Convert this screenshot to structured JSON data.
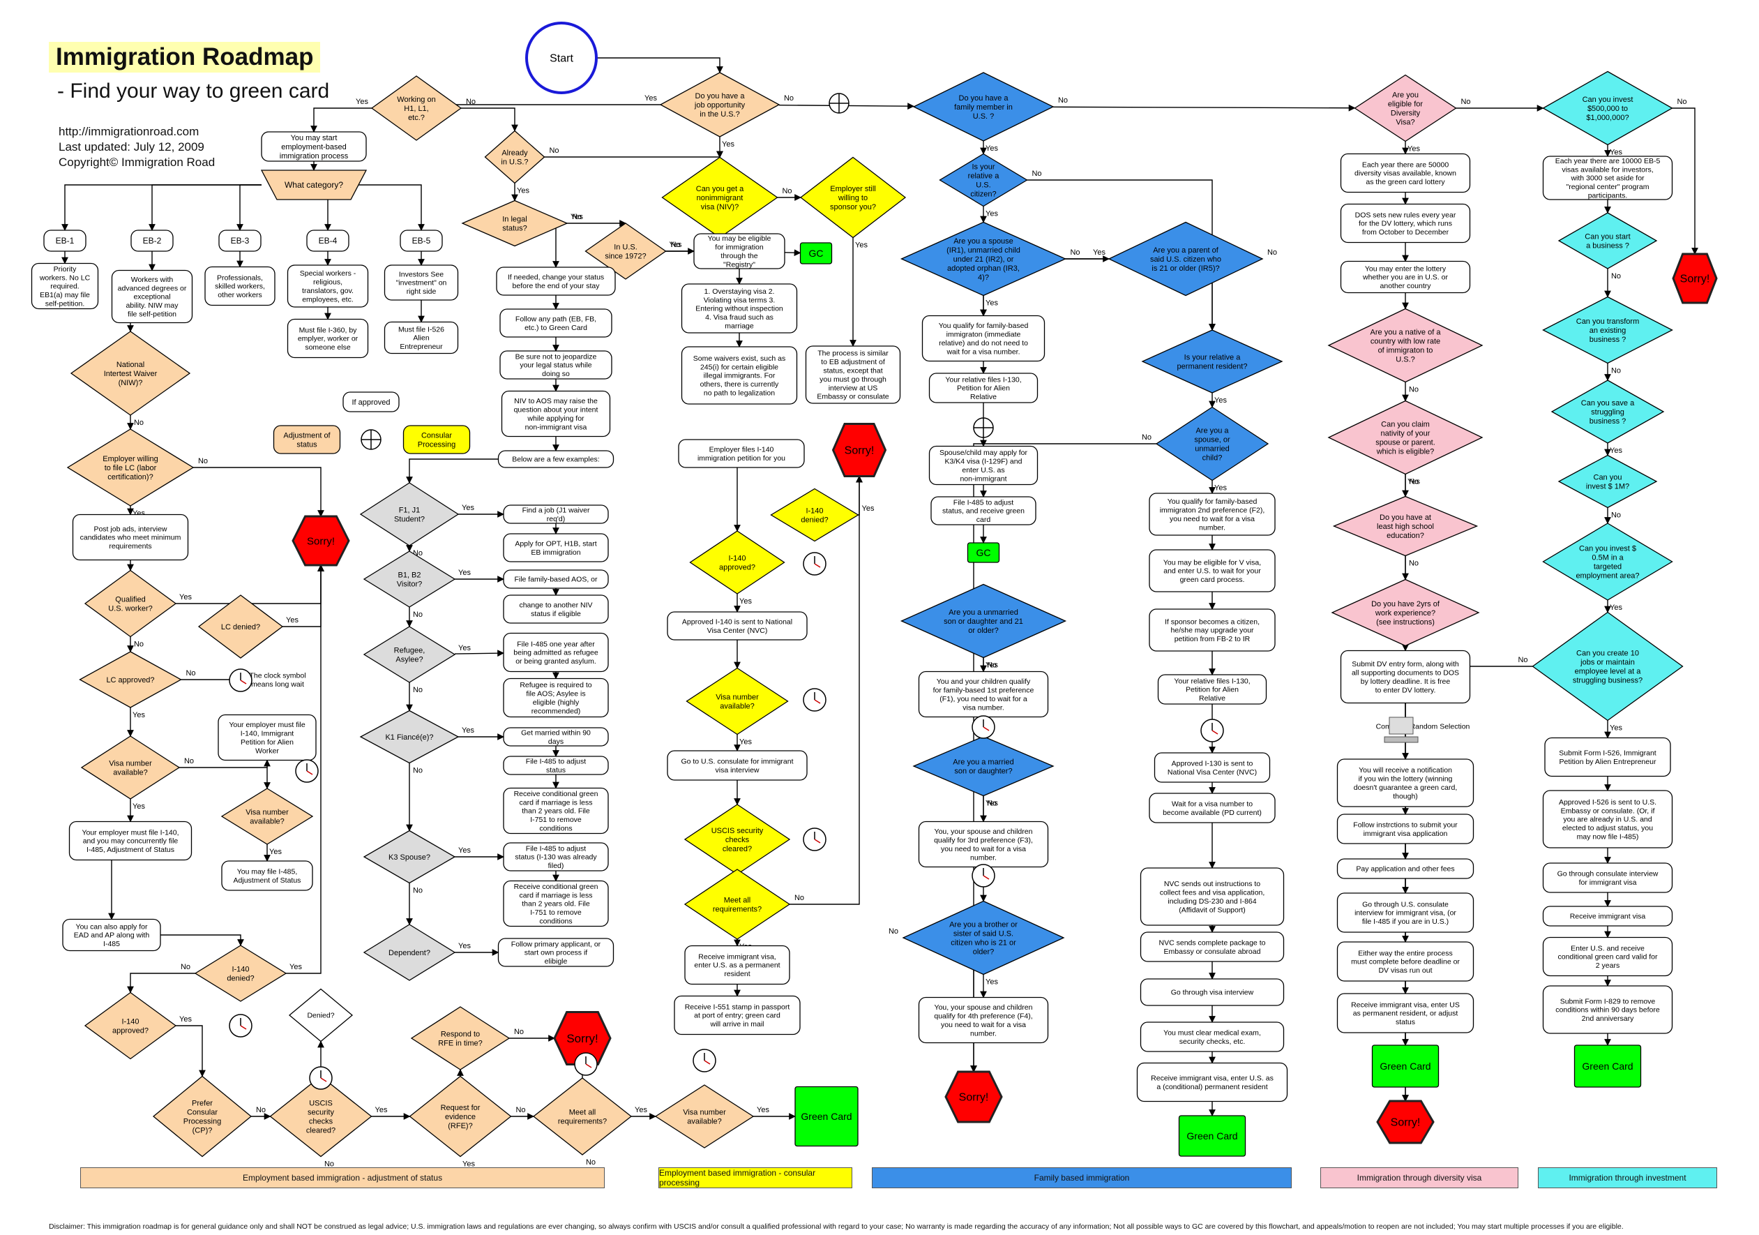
{
  "header": {
    "title": "Immigration Roadmap",
    "subtitle": "- Find your way to green card",
    "url": "http://immigrationroad.com",
    "updated": "Last updated: July 12, 2009",
    "copyright": "Copyright© Immigration Road"
  },
  "colors": {
    "eb_aos": "#fcd5a8",
    "eb_cp": "#ffff00",
    "family": "#3b8fe8",
    "diversity": "#f9c4cf",
    "investment": "#5ff0f0",
    "green_card": "#00ff00",
    "sorry": "#ff0000",
    "process": "#ffffff",
    "gray": "#dcdcdc"
  },
  "nodes": {
    "start": {
      "label": "Start"
    },
    "job_opp": {
      "label": "Do you have a job opportunity in the U.S.?"
    },
    "working_h1": {
      "label": "Working on H1, L1, etc.?"
    },
    "already_us": {
      "label": "Already in U.S.?"
    },
    "start_emp": {
      "label": "You may start employment-based immigration process"
    },
    "category": {
      "label": "What category?"
    },
    "eb1": {
      "label": "EB-1"
    },
    "eb2": {
      "label": "EB-2"
    },
    "eb3": {
      "label": "EB-3"
    },
    "eb4": {
      "label": "EB-4"
    },
    "eb5": {
      "label": "EB-5"
    },
    "eb1_desc": {
      "label": "Priority workers. No LC required. EB1(a) may file self-petition."
    },
    "eb2_desc": {
      "label": "Workers with advanced degrees or exceptional ability. NIW may file self-petition"
    },
    "eb3_desc": {
      "label": "Professionals, skilled workers, other workers"
    },
    "eb4_desc": {
      "label": "Special workers - religious, translators, gov. employees, etc."
    },
    "eb5_desc": {
      "label": "Investors See \"investment\" on right side"
    },
    "i360": {
      "label": "Must file I-360, by emplyer, worker or someone else"
    },
    "i526a": {
      "label": "Must file I-526 Alien Entrepreneur"
    },
    "if_approved": {
      "label": "If approved"
    },
    "adj_status": {
      "label": "Adjustment of status"
    },
    "consular": {
      "label": "Consular Processing"
    },
    "niw": {
      "label": "National Intertest Waiver (NIW)?"
    },
    "lc_willing": {
      "label": "Employer willing to file LC (labor certification)?"
    },
    "post_job": {
      "label": "Post job ads, interview candidates who meet minimum requirements"
    },
    "qualified": {
      "label": "Qualified U.S. worker?"
    },
    "lc_denied": {
      "label": "LC denied?"
    },
    "lc_approved": {
      "label": "LC approved?"
    },
    "clock_note": {
      "label": "The clock symbol means long wait"
    },
    "i140_pet": {
      "label": "Your employer must file I-140, Immigrant Petition for Alien Worker"
    },
    "visa_avail1": {
      "label": "Visa number available?"
    },
    "visa_avail2": {
      "label": "Visa number available?"
    },
    "file_485": {
      "label": "You may file I-485, Adjustment of Status"
    },
    "concurrent": {
      "label": "Your employer must file I-140, and you may concurrently file I-485, Adjustment of Status"
    },
    "ead": {
      "label": "You can also apply for EAD and AP along with I-485"
    },
    "i140_denied_b": {
      "label": "I-140 denied?"
    },
    "i140_approved_b": {
      "label": "I-140 approved?"
    },
    "prefer_cp": {
      "label": "Prefer Consular Processing (CP)?"
    },
    "uscis_aos": {
      "label": "USCIS security checks cleared?"
    },
    "denied": {
      "label": "Denied?"
    },
    "rfe": {
      "label": "Request for evidence (RFE)?"
    },
    "respond_rfe": {
      "label": "Respond to RFE in time?"
    },
    "meet_req_b": {
      "label": "Meet all requirements?"
    },
    "visa_avail_b": {
      "label": "Visa number available?"
    },
    "gc_b": {
      "label": "Green Card"
    },
    "sorry_b": {
      "label": "Sorry!"
    },
    "sorry_eb": {
      "label": "Sorry!"
    },
    "nonimm": {
      "label": "Can you get a nonimmigrant visa (NIV)?"
    },
    "employer_still": {
      "label": "Employer still willing to sponsor you?"
    },
    "legal_status": {
      "label": "In legal status?"
    },
    "since1972": {
      "label": "In U.S. since 1972?"
    },
    "registry": {
      "label": "You may be eligible for immigration through the \"Registry\""
    },
    "gc_registry": {
      "label": "GC"
    },
    "overstay": {
      "label": "1. Overstaying visa 2. Violating visa terms 3. Entering without inspection 4. Visa fraud such as marriage"
    },
    "waivers": {
      "label": "Some waivers exist, such as 245(i) for certain eligible illegal immigrants. For others, there is currently no path to legalization"
    },
    "similar_eb": {
      "label": "The process is similar to EB adjustment of status, except that you must go through interview at US Embassy or consulate"
    },
    "change_status": {
      "label": "If needed, change your status before the end of your stay"
    },
    "follow_path": {
      "label": "Follow any path (EB, FB, etc.) to Green Card"
    },
    "legal_tip": {
      "label": "Be sure not to jeopardize your legal status while doing so"
    },
    "niv_aos": {
      "label": "NIV to AOS may raise the question about your intent while applying for non-immigrant visa"
    },
    "examples": {
      "label": "Below are a few examples:"
    },
    "f1j1": {
      "label": "F1, J1 Student?"
    },
    "b1b2": {
      "label": "B1, B2 Visitor?"
    },
    "refugee": {
      "label": "Refugee, Asylee?"
    },
    "k1": {
      "label": "K1 Fiancé(e)?"
    },
    "k3": {
      "label": "K3 Spouse?"
    },
    "dependent": {
      "label": "Dependent?"
    },
    "find_job": {
      "label": "Find a job (J1 waiver req'd)"
    },
    "apply_opt": {
      "label": "Apply for OPT, H1B, start EB immigration"
    },
    "fam_aos": {
      "label": "File family-based AOS, or"
    },
    "change_niv": {
      "label": "change to another NIV status if eligible"
    },
    "ref_485": {
      "label": "File I-485 one year after being admitted as refugee or being granted asylum."
    },
    "ref_req": {
      "label": "Refugee is required to file AOS; Asylee is eligible (highly recommended)"
    },
    "get_married": {
      "label": "Get married within 90 days"
    },
    "file_485_k1": {
      "label": "File I-485 to adjust status"
    },
    "cond_gc_k1": {
      "label": "Receive conditional green card if marriage is less than 2 years old. File I-751 to remove conditions"
    },
    "file_485_k3": {
      "label": "File I-485 to adjust status (I-130 was already filed)"
    },
    "cond_gc_k3": {
      "label": "Receive conditional green card if marriage is less than 2 years old. File I-751 to remove conditions"
    },
    "dependent_act": {
      "label": "Follow primary applicant, or start own process if elibigle"
    },
    "emp_i140": {
      "label": "Employer files I-140 immigration petition for you"
    },
    "i140_denied_cp": {
      "label": "I-140 denied?"
    },
    "i140_approved_cp": {
      "label": "I-140 approved?"
    },
    "sorry_cp": {
      "label": "Sorry!"
    },
    "nvc_cp": {
      "label": "Approved I-140 is sent to National Visa Center (NVC)"
    },
    "visa_avail_cp": {
      "label": "Visa number available?"
    },
    "consulate_int": {
      "label": "Go to U.S. consulate for immigrant visa interview"
    },
    "uscis_cp": {
      "label": "USCIS security checks cleared?"
    },
    "meet_req_cp": {
      "label": "Meet all requirements?"
    },
    "receive_iv": {
      "label": "Receive immigrant visa, enter U.S. as a permanent resident"
    },
    "i551": {
      "label": "Receive I-551 stamp in passport at port of entry; green card will arrive in mail"
    },
    "gc_cp": {
      "label": "Green Card"
    },
    "family_member": {
      "label": "Do you have a family member in U.S. ?"
    },
    "relative_citizen": {
      "label": "Is your relative a U.S. citizen?"
    },
    "spouse_ir": {
      "label": "Are you a spouse (IR1), unmarried child under 21 (IR2), or adopted orphan (IR3, 4)?"
    },
    "parent_ir5": {
      "label": "Are you a parent of said U.S. citizen who is 21 or older (IR5)?"
    },
    "qual_imm_rel": {
      "label": "You qualify for family-based immigraton (immediate relative) and do not need to wait for a visa number."
    },
    "i130_rel": {
      "label": "Your relative files I-130, Petition for Alien Relative"
    },
    "k3k4": {
      "label": "Spouse/child may apply for K3/K4 visa (I-129F) and enter U.S. as non-immigrant"
    },
    "file_485_fam": {
      "label": "File I-485 to adjust status, and receive green card"
    },
    "gc_fam1": {
      "label": "GC"
    },
    "unmarried21": {
      "label": "Are you a unmarried son or daughter and 21 or older?"
    },
    "f1_pref": {
      "label": "You and your children qualify for family-based 1st preference (F1), you need to wait for a visa number."
    },
    "married_son": {
      "label": "Are you a married son or daughter?"
    },
    "f3_pref": {
      "label": "You, your spouse and children qualify for 3rd preference (F3), you need to wait for a visa number."
    },
    "sibling": {
      "label": "Are you a brother or sister of said U.S. citizen who is 21 or older?"
    },
    "f4_pref": {
      "label": "You, your spouse and children qualify for 4th preference (F4), you need to wait for a visa number."
    },
    "sorry_fam": {
      "label": "Sorry!"
    },
    "relative_pr": {
      "label": "Is your relative a permanent resident?"
    },
    "spouse_unmarried": {
      "label": "Are you a spouse, or unmarried child?"
    },
    "f2_pref": {
      "label": "You qualify for family-based immigraton 2nd preference (F2), you need to wait for a visa number."
    },
    "v_visa": {
      "label": "You may be eligible for V visa, and enter U.S. to wait for your green card process."
    },
    "sponsor_citizen": {
      "label": "If sponsor becomes a citizen, he/she may upgrade your petition from FB-2 to IR"
    },
    "i130_rel2": {
      "label": "Your relative files I-130, Petition for Alien Relative"
    },
    "nvc_fam": {
      "label": "Approved I-130 is sent to National Visa Center (NVC)"
    },
    "wait_visa": {
      "label": "Wait for a visa number to become available (PD current)"
    },
    "nvc_instr": {
      "label": "NVC sends out instructions to collect fees and visa application, including DS-230 and I-864 (Affidavit of Support)"
    },
    "nvc_package": {
      "label": "NVC sends complete package to Embassy or consulate abroad"
    },
    "visa_interview": {
      "label": "Go through visa interview"
    },
    "medical": {
      "label": "You must clear medical exam, security checks, etc."
    },
    "receive_cond": {
      "label": "Receive immigrant visa, enter U.S. as a (conditional) permanent resident"
    },
    "gc_fam2": {
      "label": "Green Card"
    },
    "dv_eligible": {
      "label": "Are you eligible for Diversity Visa?"
    },
    "dv_50000": {
      "label": "Each year there are 50000 diversity visas available, known as the green card lottery"
    },
    "dos_rules": {
      "label": "DOS sets new rules every year for the DV lottery, which runs from October to December"
    },
    "dv_anywhere": {
      "label": "You may enter the lottery whether you are in U.S. or another country"
    },
    "dv_native": {
      "label": "Are you a native of a country with low rate of immigraton to U.S.?"
    },
    "dv_nativity": {
      "label": "Can you claim nativity of your spouse or parent. which is eligible?"
    },
    "dv_highschool": {
      "label": "Do you have at least high school education?"
    },
    "dv_2yrs": {
      "label": "Do you have 2yrs of work experience? (see instructions)"
    },
    "dv_submit": {
      "label": "Submit DV entry form, along with all supporting documents to DOS by lottery deadline. It is free to enter DV lottery."
    },
    "dv_computer": {
      "label": "Computer Random Selection"
    },
    "dv_notified": {
      "label": "You will receive a notification if you win the lottery (winning doesn't guarantee a green card, though)"
    },
    "dv_follow": {
      "label": "Follow instrctions to submit your immigrant visa application"
    },
    "dv_pay": {
      "label": "Pay application and other fees"
    },
    "dv_consulate": {
      "label": "Go through U.S. consulate interview for immigrant visa, (or file I-485 if you are in U.S.)"
    },
    "dv_complete": {
      "label": "Either way the entire process must complete before deadline or DV visas run out"
    },
    "dv_receive": {
      "label": "Receive immigrant visa, enter US as permanent resident, or adjust status"
    },
    "gc_dv": {
      "label": "Green Card"
    },
    "sorry_dv": {
      "label": "Sorry!"
    },
    "inv_500k": {
      "label": "Can you invest $500,000 to $1,000,000?"
    },
    "inv_10000": {
      "label": "Each year there are 10000 EB-5 visas available for investors, with 3000 set aside for \"regional center\" program participants."
    },
    "inv_start": {
      "label": "Can you start a business ?"
    },
    "inv_transform": {
      "label": "Can you transform an existing business ?"
    },
    "inv_save": {
      "label": "Can you save a struggling business ?"
    },
    "inv_1m": {
      "label": "Can you invest $ 1M?"
    },
    "inv_05m": {
      "label": "Can you invest $ 0.5M in a targeted employment area?"
    },
    "inv_10jobs": {
      "label": "Can you create 10 jobs or maintain employee level at a struggling business?"
    },
    "inv_i526": {
      "label": "Submit Form I-526, Immigrant Petition by Alien Entrepreneur"
    },
    "inv_approved": {
      "label": "Approved I-526 is sent to U.S. Embassy or consulate. (Or, if you are already in U.S. and elected to adjust status, you may now file I-485)"
    },
    "inv_interview": {
      "label": "Go through consulate interview for immigrant visa"
    },
    "inv_receive": {
      "label": "Receive immigrant visa"
    },
    "inv_enter": {
      "label": "Enter U.S. and receive conditional green card valid for 2 years"
    },
    "inv_i829": {
      "label": "Submit Form I-829 to remove conditions within 90 days before 2nd anniversary"
    },
    "gc_inv": {
      "label": "Green Card"
    },
    "sorry_inv": {
      "label": "Sorry!"
    }
  },
  "edge_labels": {
    "yes": "Yes",
    "no": "No",
    "or": "OR"
  },
  "legend": [
    {
      "label": "Employment based immigration - adjustment of status",
      "color": "#fcd5a8"
    },
    {
      "label": "Employment based immigration - consular processing",
      "color": "#ffff00"
    },
    {
      "label": "Family based immigration",
      "color": "#3b8fe8"
    },
    {
      "label": "Immigration through diversity visa",
      "color": "#f9c4cf"
    },
    {
      "label": "Immigration through investment",
      "color": "#5ff0f0"
    }
  ],
  "disclaimer": "Disclaimer: This immigration roadmap is for general guidance only and shall NOT be construed as legal advice; U.S. immigration laws and regulations are ever changing, so always confirm with USCIS and/or consult a qualified professional with regard to your case; No warranty is made regarding the accuracy of any information; Not all possible ways to GC are covered by this flowchart, and appeals/motion to reopen are not included; You may start multiple processes if you are eligible."
}
